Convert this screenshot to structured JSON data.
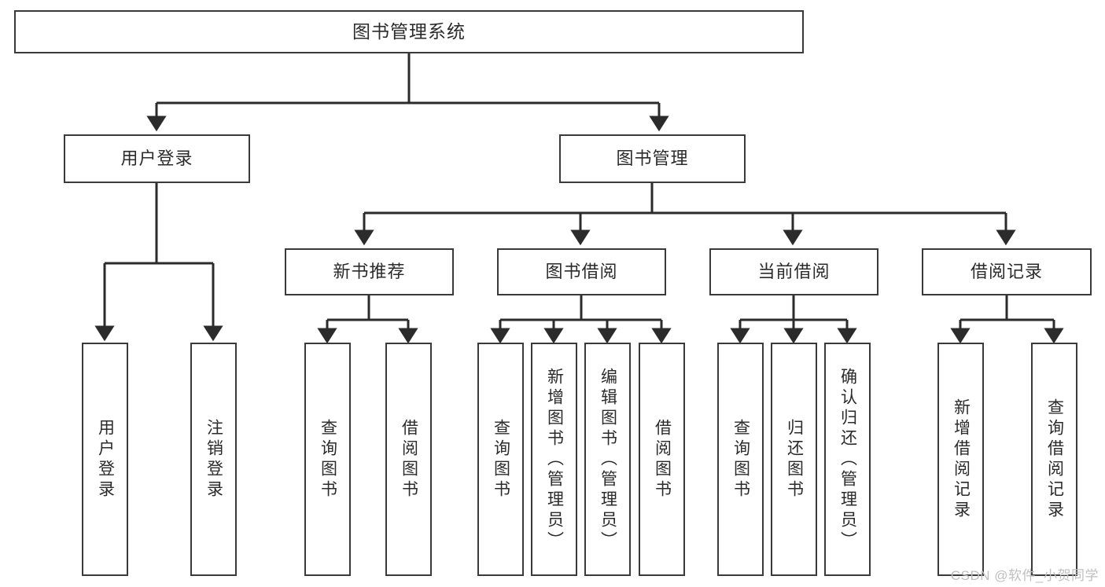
{
  "diagram": {
    "title": "图书管理系统",
    "type": "tree-hierarchy-chart",
    "watermark": "CSDN @软件_小贺同学",
    "colors": {
      "box_border": "#3a3a3a",
      "box_fill": "#ffffff",
      "line": "#2b2b2b",
      "text": "#2b2b2b",
      "watermark": "#bfbfbf",
      "background": "#ffffff"
    },
    "root": {
      "label": "图书管理系统"
    },
    "level2": [
      {
        "id": "user-login",
        "label": "用户登录"
      },
      {
        "id": "book-manage",
        "label": "图书管理"
      }
    ],
    "level3": [
      {
        "id": "new-book-rec",
        "label": "新书推荐"
      },
      {
        "id": "book-borrow",
        "label": "图书借阅"
      },
      {
        "id": "current-borrow",
        "label": "当前借阅"
      },
      {
        "id": "borrow-record",
        "label": "借阅记录"
      }
    ],
    "leaves": {
      "user_login": [
        {
          "id": "leaf-user-login",
          "label": "用户登录"
        },
        {
          "id": "leaf-logout-login",
          "label": "注销登录"
        }
      ],
      "new_book_rec": [
        {
          "id": "leaf-query-book-1",
          "label": "查询图书"
        },
        {
          "id": "leaf-borrow-book-1",
          "label": "借阅图书"
        }
      ],
      "book_borrow": [
        {
          "id": "leaf-query-book-2",
          "label": "查询图书"
        },
        {
          "id": "leaf-add-book",
          "label": "新增图书（管理员）"
        },
        {
          "id": "leaf-edit-book",
          "label": "编辑图书（管理员）"
        },
        {
          "id": "leaf-borrow-book-2",
          "label": "借阅图书"
        }
      ],
      "current_borrow": [
        {
          "id": "leaf-query-book-3",
          "label": "查询图书"
        },
        {
          "id": "leaf-return-book",
          "label": "归还图书"
        },
        {
          "id": "leaf-confirm-return",
          "label": "确认归还（管理员）"
        }
      ],
      "borrow_record": [
        {
          "id": "leaf-add-record",
          "label": "新增借阅记录"
        },
        {
          "id": "leaf-query-record",
          "label": "查询借阅记录"
        }
      ]
    }
  }
}
